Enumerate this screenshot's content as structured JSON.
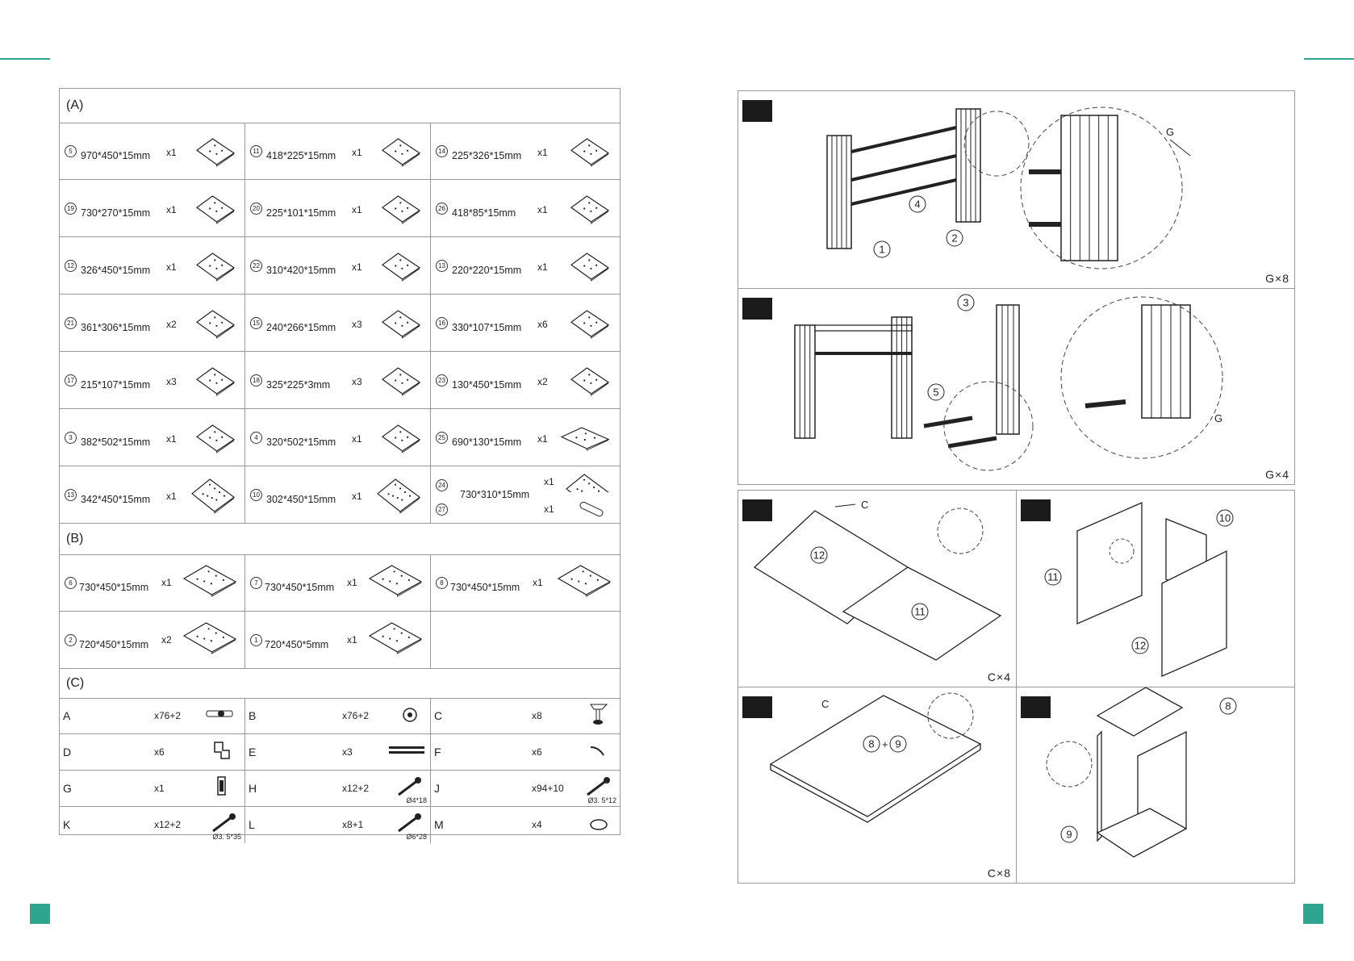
{
  "sections": {
    "a": "(A)",
    "b": "(B)",
    "c": "(C)"
  },
  "parts_a": [
    {
      "num": "5",
      "dim": "970*450*15mm",
      "qty": "x1"
    },
    {
      "num": "11",
      "dim": "418*225*15mm",
      "qty": "x1"
    },
    {
      "num": "14",
      "dim": "225*326*15mm",
      "qty": "x1"
    },
    {
      "num": "19",
      "dim": "730*270*15mm",
      "qty": "x1"
    },
    {
      "num": "20",
      "dim": "225*101*15mm",
      "qty": "x1"
    },
    {
      "num": "26",
      "dim": "418*85*15mm",
      "qty": "x1"
    },
    {
      "num": "12",
      "dim": "326*450*15mm",
      "qty": "x1"
    },
    {
      "num": "22",
      "dim": "310*420*15mm",
      "qty": "x1"
    },
    {
      "num": "13",
      "dim": "220*220*15mm",
      "qty": "x1"
    },
    {
      "num": "21",
      "dim": "361*306*15mm",
      "qty": "x2"
    },
    {
      "num": "15",
      "dim": "240*266*15mm",
      "qty": "x3"
    },
    {
      "num": "16",
      "dim": "330*107*15mm",
      "qty": "x6"
    },
    {
      "num": "17",
      "dim": "215*107*15mm",
      "qty": "x3"
    },
    {
      "num": "18",
      "dim": "325*225*3mm",
      "qty": "x3"
    },
    {
      "num": "23",
      "dim": "130*450*15mm",
      "qty": "x2"
    },
    {
      "num": "3",
      "dim": "382*502*15mm",
      "qty": "x1"
    },
    {
      "num": "4",
      "dim": "320*502*15mm",
      "qty": "x1"
    },
    {
      "num": "25",
      "dim": "690*130*15mm",
      "qty": "x1"
    },
    {
      "num": "13",
      "dim": "342*450*15mm",
      "qty": "x1"
    },
    {
      "num": "10",
      "dim": "302*450*15mm",
      "qty": "x1"
    },
    {
      "num": "24",
      "num2": "27",
      "dim": "730*310*15mm",
      "qty": "x1",
      "qty2": "x1"
    }
  ],
  "parts_b": [
    {
      "num": "6",
      "dim": "730*450*15mm",
      "qty": "x1"
    },
    {
      "num": "7",
      "dim": "730*450*15mm",
      "qty": "x1"
    },
    {
      "num": "8",
      "dim": "730*450*15mm",
      "qty": "x1"
    },
    {
      "num": "2",
      "dim": "720*450*15mm",
      "qty": "x2"
    },
    {
      "num": "1",
      "dim": "720*450*5mm",
      "qty": "x1"
    }
  ],
  "hardware": [
    {
      "letter": "A",
      "qty": "x76+2",
      "icon": "cam-dowel-icon",
      "size": ""
    },
    {
      "letter": "B",
      "qty": "x76+2",
      "icon": "cam-lock-icon",
      "size": ""
    },
    {
      "letter": "C",
      "qty": "x8",
      "icon": "adjustable-foot-icon",
      "size": ""
    },
    {
      "letter": "D",
      "qty": "x6",
      "icon": "hinge-icon",
      "size": ""
    },
    {
      "letter": "E",
      "qty": "x3",
      "icon": "drawer-slide-icon",
      "size": ""
    },
    {
      "letter": "F",
      "qty": "x6",
      "icon": "handle-icon",
      "size": ""
    },
    {
      "letter": "G",
      "qty": "x1",
      "icon": "allen-key-icon",
      "size": ""
    },
    {
      "letter": "H",
      "qty": "x12+2",
      "icon": "screw-icon",
      "size": "Ø4*18"
    },
    {
      "letter": "J",
      "qty": "x94+10",
      "icon": "small-screw-icon",
      "size": "Ø3. 5*12"
    },
    {
      "letter": "K",
      "qty": "x12+2",
      "icon": "long-screw-icon",
      "size": "Ø3. 5*35"
    },
    {
      "letter": "L",
      "qty": "x8+1",
      "icon": "bolt-icon",
      "size": "Ø6*28"
    },
    {
      "letter": "M",
      "qty": "x4",
      "icon": "washer-pad-icon",
      "size": ""
    }
  ],
  "steps": [
    {
      "mult": "G×8",
      "labels": [
        "1",
        "2",
        "4"
      ],
      "callout": "G"
    },
    {
      "mult": "G×4",
      "labels": [
        "3",
        "5"
      ],
      "callout": "G"
    },
    {
      "mult": "C×4",
      "labels": [
        "12",
        "11"
      ],
      "callout": "C"
    },
    {
      "mult": "",
      "labels": [
        "10",
        "11",
        "12"
      ]
    },
    {
      "mult": "C×8",
      "labels": [
        "8",
        "+",
        "9"
      ],
      "callout": "C"
    },
    {
      "mult": "",
      "labels": [
        "8",
        "9"
      ]
    }
  ]
}
